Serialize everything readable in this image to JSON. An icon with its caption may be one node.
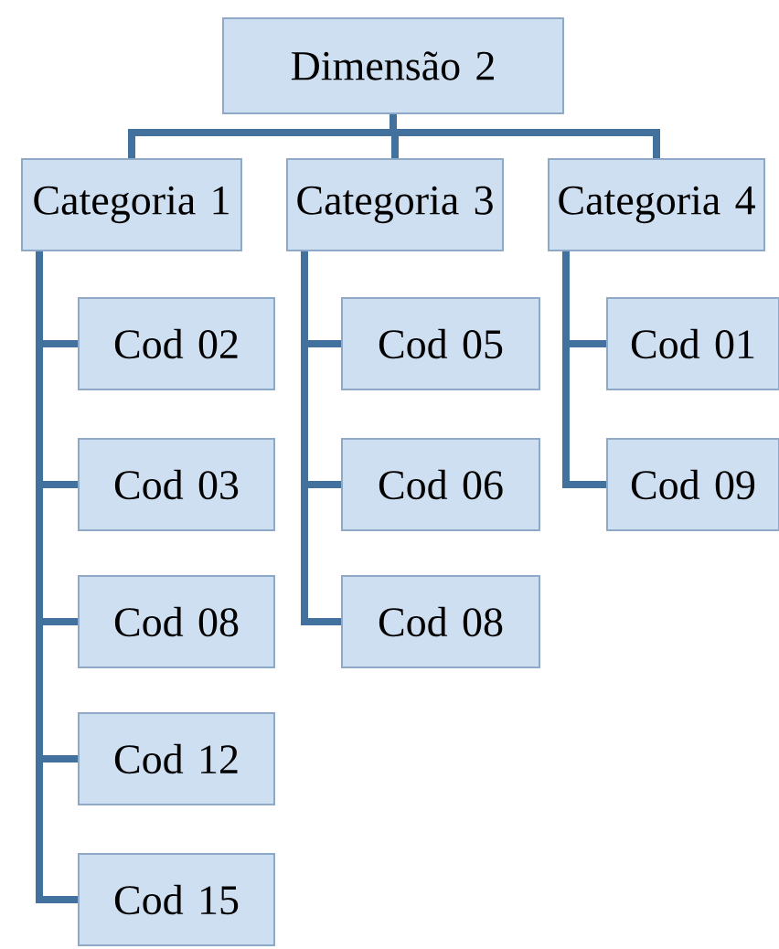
{
  "diagram": {
    "nodes": [
      {
        "text": [
          "Dimensão 2"
        ]
      },
      {
        "text": [
          "Categoria 1"
        ]
      },
      {
        "text": [
          "Categoria 3"
        ]
      },
      {
        "text": [
          "Categoria 4"
        ]
      },
      {
        "text": [
          "Cod 02"
        ]
      },
      {
        "text": [
          "Cod 03"
        ]
      },
      {
        "text": [
          "Cod 08"
        ]
      },
      {
        "text": [
          "Cod 12"
        ]
      },
      {
        "text": [
          "Cod 15"
        ]
      },
      {
        "text": [
          "Cod 05"
        ]
      },
      {
        "text": [
          "Cod 06"
        ]
      },
      {
        "text": [
          "Cod 08"
        ]
      },
      {
        "text": [
          "Cod 01"
        ]
      },
      {
        "text": [
          "Cod 09"
        ]
      }
    ],
    "edges": [
      {
        "from": 0,
        "to": 1,
        "arrow": "none"
      },
      {
        "from": 0,
        "to": 2,
        "arrow": "none"
      },
      {
        "from": 0,
        "to": 3,
        "arrow": "none"
      },
      {
        "from": 1,
        "to": 4,
        "arrow": "none"
      },
      {
        "from": 1,
        "to": 5,
        "arrow": "none"
      },
      {
        "from": 1,
        "to": 6,
        "arrow": "none"
      },
      {
        "from": 1,
        "to": 7,
        "arrow": "none"
      },
      {
        "from": 1,
        "to": 8,
        "arrow": "none"
      },
      {
        "from": 2,
        "to": 9,
        "arrow": "none"
      },
      {
        "from": 2,
        "to": 10,
        "arrow": "none"
      },
      {
        "from": 2,
        "to": 11,
        "arrow": "none"
      },
      {
        "from": 3,
        "to": 12,
        "arrow": "none"
      },
      {
        "from": 3,
        "to": 13,
        "arrow": "none"
      }
    ]
  }
}
